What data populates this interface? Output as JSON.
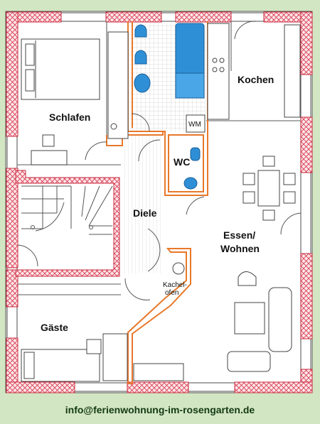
{
  "rooms": {
    "schlafen": "Schlafen",
    "kochen": "Kochen",
    "wc": "WC",
    "wm": "WM",
    "diele": "Diele",
    "essen_line1": "Essen/",
    "essen_line2": "Wohnen",
    "kachelofen_line1": "Kachel-",
    "kachelofen_line2": "ofen",
    "gaeste": "Gäste"
  },
  "footer": {
    "email": "info@ferienwohnung-im-rosengarten.de"
  },
  "colors": {
    "background": "#d3e6c3",
    "floor": "#ffffff",
    "wall_hatch": "#d9364a",
    "orange_wall": "#e8782a",
    "fixture_blue": "#2f8fd6"
  }
}
